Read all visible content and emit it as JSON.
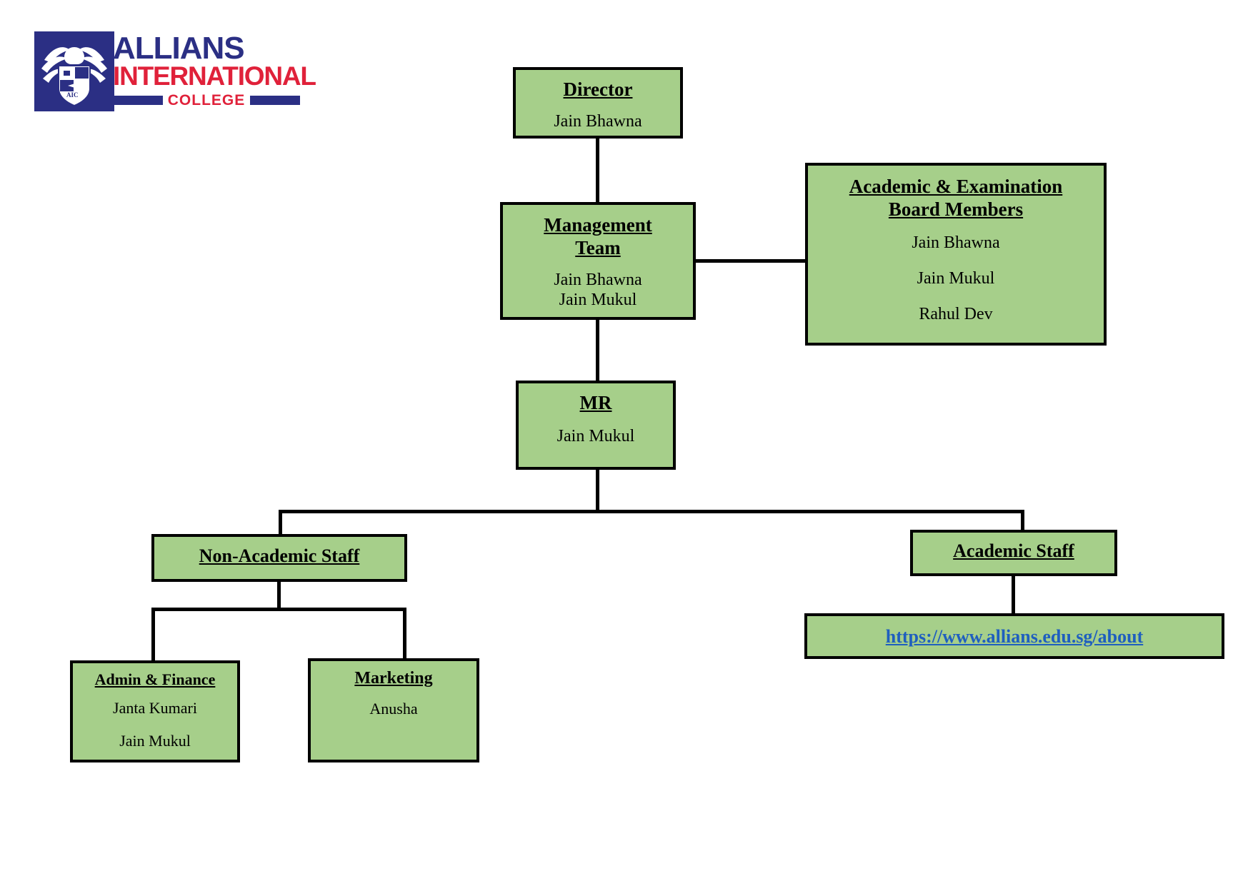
{
  "logo": {
    "line1": "ALLIANS",
    "line2": "INTERNATIONAL",
    "line3": "COLLEGE",
    "crest_label": "AIC",
    "navy": "#2b2f84",
    "red": "#e0213a"
  },
  "colors": {
    "node_fill": "#a6cf8a",
    "node_border": "#000000",
    "link_text": "#1f5fbf",
    "text": "#000000"
  },
  "chart": {
    "type": "org-chart",
    "nodes": {
      "director": {
        "title": "Director",
        "names": [
          "Jain Bhawna"
        ]
      },
      "management_team": {
        "title_line1": "Management",
        "title_line2": "Team",
        "names": [
          "Jain Bhawna",
          "Jain Mukul"
        ]
      },
      "board": {
        "title_line1": "Academic & Examination",
        "title_line2": "Board Members",
        "names": [
          "Jain Bhawna",
          "Jain Mukul",
          "Rahul Dev"
        ]
      },
      "mr": {
        "title": "MR",
        "names": [
          "Jain Mukul"
        ]
      },
      "non_academic_staff": {
        "title": "Non-Academic Staff"
      },
      "academic_staff": {
        "title": "Academic Staff"
      },
      "web_link": {
        "url": "https://www.allians.edu.sg/about"
      },
      "admin_finance": {
        "title": "Admin & Finance",
        "names": [
          "Janta Kumari",
          "Jain Mukul"
        ]
      },
      "marketing": {
        "title": "Marketing",
        "names": [
          "Anusha"
        ]
      }
    }
  }
}
